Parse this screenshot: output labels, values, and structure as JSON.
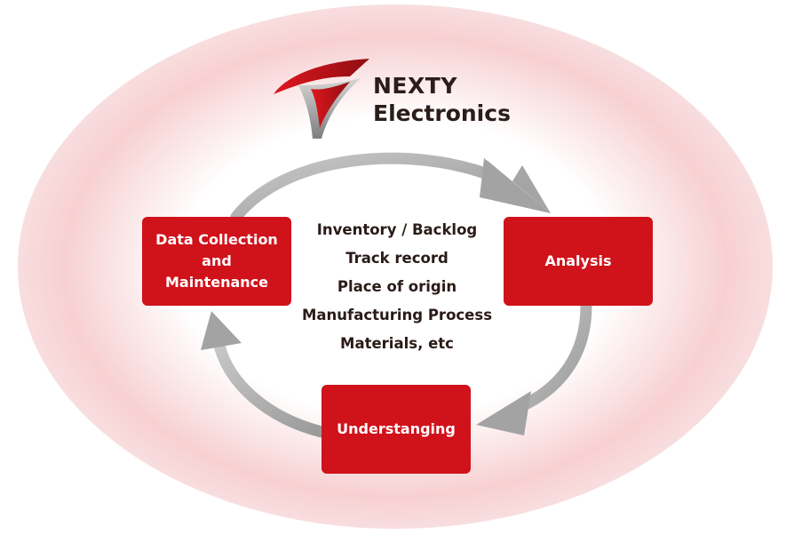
{
  "brand": {
    "line1": "NEXTY",
    "line2": "Electronics"
  },
  "cycle": {
    "steps": [
      {
        "label": "Data Collection\nand\nMaintenance"
      },
      {
        "label": "Analysis"
      },
      {
        "label": "Understanging"
      }
    ],
    "center_items": [
      "Inventory / Backlog",
      "Track record",
      "Place of origin",
      "Manufacturing Process",
      "Materials, etc"
    ]
  },
  "colors": {
    "accent_red": "#d0121b",
    "arrow_gray": "#a9a9a9",
    "text_dark": "#2a1b18"
  }
}
